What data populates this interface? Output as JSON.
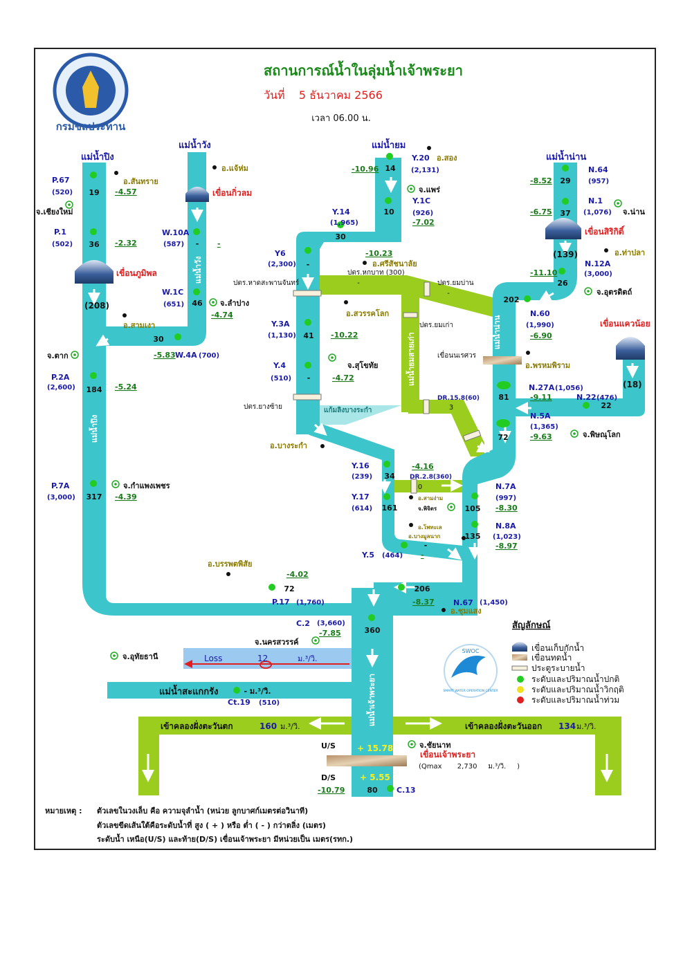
{
  "header": {
    "title": "สถานการณ์น้ำในลุ่มน้ำเจ้าพระยา",
    "date": "วันที่    5 ธันวาคม 2566",
    "time": "เวลา 06.00 น.",
    "logo_text": "กรมชลประทาน"
  },
  "colors": {
    "river": "#3cc6cb",
    "canal": "#9acd1e",
    "station_normal": "#22cc22",
    "station_critical": "#f0e020",
    "station_flood": "#e02020",
    "title_green": "#1a8a1a",
    "date_red": "#e02020",
    "station_blue": "#1a1aa8",
    "place_olive": "#8a7a00",
    "level_green": "#1a7a1a",
    "dam_red": "#e02020"
  },
  "river_labels": [
    {
      "id": "ping-top",
      "text": "แม่น้ำปิง"
    },
    {
      "id": "wang-top",
      "text": "แม่น้ำวัง"
    },
    {
      "id": "yom-top",
      "text": "แม่น้ำยม"
    },
    {
      "id": "nan-top",
      "text": "แม่น้ำน่าน"
    },
    {
      "id": "wang-side",
      "text": "แม่น้ำวัง"
    },
    {
      "id": "ping-side",
      "text": "แม่น้ำปิง"
    },
    {
      "id": "nan-side",
      "text": "แม่น้ำน่าน"
    },
    {
      "id": "yomold-side",
      "text": "แม่น้ำยมสายเก่า"
    },
    {
      "id": "chao-side",
      "text": "แม่น้ำเจ้าพระยา"
    },
    {
      "id": "sakae",
      "text": "แม่น้ำสะแกกรัง"
    },
    {
      "id": "bangrakam",
      "text": "แก้มลิงบางระกำ"
    }
  ],
  "stations": [
    {
      "id": "P.67",
      "name": "P.67",
      "capacity": "(520)",
      "flow": "19",
      "level": "-4.57",
      "status": "normal"
    },
    {
      "id": "P.1",
      "name": "P.1",
      "capacity": "(502)",
      "flow": "36",
      "level": "-2.32",
      "status": "normal"
    },
    {
      "id": "W.10A",
      "name": "W.10A",
      "capacity": "(587)",
      "flow": "-",
      "level": "-",
      "status": "normal"
    },
    {
      "id": "W.1C",
      "name": "W.1C",
      "capacity": "(651)",
      "flow": "46",
      "level": "-4.74",
      "status": "normal"
    },
    {
      "id": "W.4A",
      "name": "W.4A",
      "capacity": "(700)",
      "flow": "30",
      "level": "-5.83",
      "status": "normal"
    },
    {
      "id": "P.2A",
      "name": "P.2A",
      "capacity": "(2,600)",
      "flow": "184",
      "level": "-5.24",
      "status": "normal"
    },
    {
      "id": "P.7A",
      "name": "P.7A",
      "capacity": "(3,000)",
      "flow": "317",
      "level": "-4.39",
      "status": "normal"
    },
    {
      "id": "Y.20",
      "name": "Y.20",
      "capacity": "(2,131)",
      "flow": "14",
      "level": "-10.96",
      "status": "normal"
    },
    {
      "id": "Y.1C",
      "name": "Y.1C",
      "capacity": "(926)",
      "flow": "10",
      "level": "-7.02",
      "status": "normal"
    },
    {
      "id": "Y.14",
      "name": "Y.14",
      "capacity": "(1,965)",
      "flow": "30",
      "level": "",
      "status": "normal"
    },
    {
      "id": "Y6",
      "name": "Y6",
      "capacity": "(2,300)",
      "flow": "-",
      "level": "-10.23",
      "status": "normal"
    },
    {
      "id": "Y.3A",
      "name": "Y.3A",
      "capacity": "(1,130)",
      "flow": "41",
      "level": "-10.22",
      "status": "normal"
    },
    {
      "id": "Y.4",
      "name": "Y.4",
      "capacity": "(510)",
      "flow": "-",
      "level": "-4.72",
      "status": "normal"
    },
    {
      "id": "Y.16",
      "name": "Y.16",
      "capacity": "(239)",
      "flow": "34",
      "level": "-4.16",
      "status": "normal"
    },
    {
      "id": "Y.17",
      "name": "Y.17",
      "capacity": "(614)",
      "flow": "161",
      "level": "",
      "status": "normal"
    },
    {
      "id": "Y.5",
      "name": "Y.5",
      "capacity": "(464)",
      "flow": "-",
      "level": "-",
      "status": "normal"
    },
    {
      "id": "N.64",
      "name": "N.64",
      "capacity": "(957)",
      "flow": "29",
      "level": "-8.52",
      "status": "normal"
    },
    {
      "id": "N.1",
      "name": "N.1",
      "capacity": "(1,076)",
      "flow": "37",
      "level": "-6.75",
      "status": "normal"
    },
    {
      "id": "N.12A",
      "name": "N.12A",
      "capacity": "(3,000)",
      "flow": "26",
      "level": "-11.10",
      "status": "normal"
    },
    {
      "id": "N.60",
      "name": "N.60",
      "capacity": "(1,990)",
      "flow": "202",
      "level": "-6.90",
      "status": "normal"
    },
    {
      "id": "N.27A",
      "name": "N.27A",
      "capacity": "(1,056)",
      "flow": "81",
      "level": "-9.11",
      "status": "normal"
    },
    {
      "id": "N.22",
      "name": "N.22",
      "capacity": "(476)",
      "flow": "22",
      "level": "",
      "status": "normal"
    },
    {
      "id": "N.5A",
      "name": "N.5A",
      "capacity": "(1,365)",
      "flow": "72",
      "level": "-9.63",
      "status": "normal"
    },
    {
      "id": "N.7A",
      "name": "N.7A",
      "capacity": "(997)",
      "flow": "105",
      "level": "-8.30",
      "status": "normal"
    },
    {
      "id": "N.8A",
      "name": "N.8A",
      "capacity": "(1,023)",
      "flow": "135",
      "level": "-8.97",
      "status": "normal"
    },
    {
      "id": "N.67",
      "name": "N.67",
      "capacity": "(1,450)",
      "flow": "206",
      "level": "-8.37",
      "status": "normal"
    },
    {
      "id": "P.17",
      "name": "P.17",
      "capacity": "(1,760)",
      "flow": "72",
      "level": "-4.02",
      "status": "normal"
    },
    {
      "id": "C.2",
      "name": "C.2",
      "capacity": "(3,660)",
      "flow": "360",
      "level": "-7.85",
      "status": "normal"
    },
    {
      "id": "Ct.19",
      "name": "Ct.19",
      "capacity": "(510)",
      "flow": "-  ม.³/วิ.",
      "level": "",
      "status": "normal"
    },
    {
      "id": "C.13",
      "name": "C.13",
      "capacity": "",
      "flow": "80",
      "level": "-10.79",
      "status": "normal"
    }
  ],
  "dams": [
    {
      "id": "bhumibol",
      "name": "เขื่อนภูมิพล",
      "flow": "(208)"
    },
    {
      "id": "kiwlom",
      "name": "เขื่อนกิ่วลม",
      "flow": ""
    },
    {
      "id": "sirikit",
      "name": "เขื่อนสิริกิติ์",
      "flow": "(139)"
    },
    {
      "id": "khwaenoi",
      "name": "เขื่อนแควน้อย",
      "flow": "(18)"
    }
  ],
  "places": [
    {
      "id": "sansai",
      "text": "อ.สันทราย",
      "kind": "district"
    },
    {
      "id": "chaehom",
      "text": "อ.แจ้ห่ม",
      "kind": "district"
    },
    {
      "id": "chiangmai",
      "text": "จ.เชียงใหม่",
      "kind": "province"
    },
    {
      "id": "lampang",
      "text": "จ.ลำปาง",
      "kind": "province"
    },
    {
      "id": "sammngao",
      "text": "อ.สามเงา",
      "kind": "district"
    },
    {
      "id": "tak",
      "text": "จ.ตาก",
      "kind": "province"
    },
    {
      "id": "kamphaeng",
      "text": "จ.กำแพงเพชร",
      "kind": "province"
    },
    {
      "id": "banphot",
      "text": "อ.บรรพตพิสัย",
      "kind": "district"
    },
    {
      "id": "song",
      "text": "อ.สอง",
      "kind": "district"
    },
    {
      "id": "phrae",
      "text": "จ.แพร่",
      "kind": "province"
    },
    {
      "id": "srisatch",
      "text": "อ.ศรีสัชนาลัย",
      "kind": "district"
    },
    {
      "id": "sawankhalok",
      "text": "อ.สวรรคโลก",
      "kind": "district"
    },
    {
      "id": "sukhothai",
      "text": "จ.สุโขทัย",
      "kind": "province"
    },
    {
      "id": "bangrakam-d",
      "text": "อ.บางระกำ",
      "kind": "district"
    },
    {
      "id": "nan",
      "text": "จ.น่าน",
      "kind": "province"
    },
    {
      "id": "thapla",
      "text": "อ.ท่าปลา",
      "kind": "district"
    },
    {
      "id": "uttaradit",
      "text": "จ.อุตรดิตถ์",
      "kind": "province"
    },
    {
      "id": "phromphiram",
      "text": "อ.พรหมพิราม",
      "kind": "district"
    },
    {
      "id": "phitsanulok",
      "text": "จ.พิษณุโลก",
      "kind": "province"
    },
    {
      "id": "samngam",
      "text": "อ.สามง่าม",
      "kind": "district"
    },
    {
      "id": "phichit",
      "text": "จ.พิจิตร",
      "kind": "province"
    },
    {
      "id": "phothale",
      "text": "อ.โพทะเล",
      "kind": "district"
    },
    {
      "id": "bangmunnak",
      "text": "อ.บางมูลนาก",
      "kind": "district"
    },
    {
      "id": "chumsaeng",
      "text": "อ.ชุมแสง",
      "kind": "district"
    },
    {
      "id": "nakhonsawan",
      "text": "จ.นครสวรรค์",
      "kind": "province"
    },
    {
      "id": "uthai",
      "text": "จ.อุทัยธานี",
      "kind": "province"
    },
    {
      "id": "chainat",
      "text": "จ.ชัยนาท",
      "kind": "province"
    }
  ],
  "regulators": [
    {
      "id": "hatsaphan",
      "text": "ปตร.หาดสะพานจันทร์"
    },
    {
      "id": "hokbath",
      "text": "ปตร.หกบาท (300)",
      "flow": "-"
    },
    {
      "id": "yombpan",
      "text": "ปตร.ยมบ่าน",
      "flow": "-"
    },
    {
      "id": "yomkao",
      "text": "ปตร.ยมเก่า"
    },
    {
      "id": "yangsai",
      "text": "ปตร.ยางซ้าย"
    },
    {
      "id": "naresuan",
      "text": "เขื่อนนเรศวร"
    },
    {
      "id": "dr15",
      "text": "DR.15.8(60)",
      "flow": "3"
    },
    {
      "id": "dr28",
      "text": "DR.2.8(360)",
      "flow": "0"
    }
  ],
  "loss": {
    "label": "Loss",
    "value": "12",
    "unit": "ม.³/วิ."
  },
  "canals": {
    "west_label": "เข้าคลองฝั่งตะวันตก",
    "west_value": "160",
    "west_unit": "ม.³/วิ.",
    "east_label": "เข้าคลองฝั่งตะวันออก",
    "east_value": "134",
    "east_unit": "ม.³/วิ."
  },
  "chao_phraya_dam": {
    "name": "เขื่อนเจ้าพระยา",
    "us_label": "U/S",
    "us_value": "+ 15.78",
    "ds_label": "D/S",
    "ds_value": "+ 5.55",
    "qmax": "(Qmax       2,730     ม.³/วิ.     )"
  },
  "legend": {
    "title": "สัญลักษณ์",
    "items": [
      {
        "kind": "storage-dam",
        "text": "เขื่อนเก็บกักน้ำ"
      },
      {
        "kind": "diversion-dam",
        "text": "เขื่อนทดน้ำ"
      },
      {
        "kind": "regulator",
        "text": "ประตูระบายน้ำ"
      },
      {
        "kind": "normal",
        "text": "ระดับและปริมาณน้ำปกติ"
      },
      {
        "kind": "critical",
        "text": "ระดับและปริมาณน้ำวิกฤติ"
      },
      {
        "kind": "flood",
        "text": "ระดับและปริมาณน้ำท่วม"
      }
    ],
    "swoc_top": "SWOC",
    "swoc_bottom": "SMART WATER OPERATION CENTER"
  },
  "notes": {
    "label": "หมายเหตุ :",
    "lines": [
      "ตัวเลขในวงเล็บ คือ ความจุลำน้ำ (หน่วย ลูกบาศก์เมตรต่อวินาที)",
      "ตัวเลขขีดเส้นใต้คือระดับน้ำที่ สูง ( + ) หรือ ต่ำ ( - ) กว่าตลิ่ง (เมตร)",
      "ระดับน้ำ เหนือ(U/S) และท้าย(D/S) เขื่อนเจ้าพระยา  มีหน่วยเป็น เมตร(รทก.)"
    ]
  }
}
